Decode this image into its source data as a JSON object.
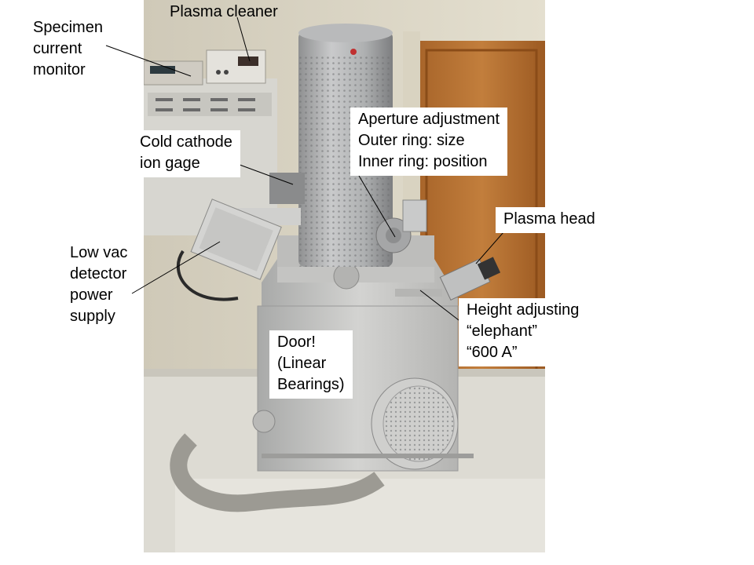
{
  "labels": {
    "specimen_current": "Specimen\ncurrent\nmonitor",
    "plasma_cleaner": "Plasma cleaner",
    "cold_cathode": "Cold cathode\nion gage",
    "aperture": "Aperture adjustment\nOuter ring: size\nInner ring: position",
    "plasma_head": "Plasma head",
    "low_vac": "Low vac\ndetector\npower\nsupply",
    "height": "Height adjusting\n “elephant”\n“600 A”",
    "door": "Door!\n(Linear\nBearings)"
  }
}
